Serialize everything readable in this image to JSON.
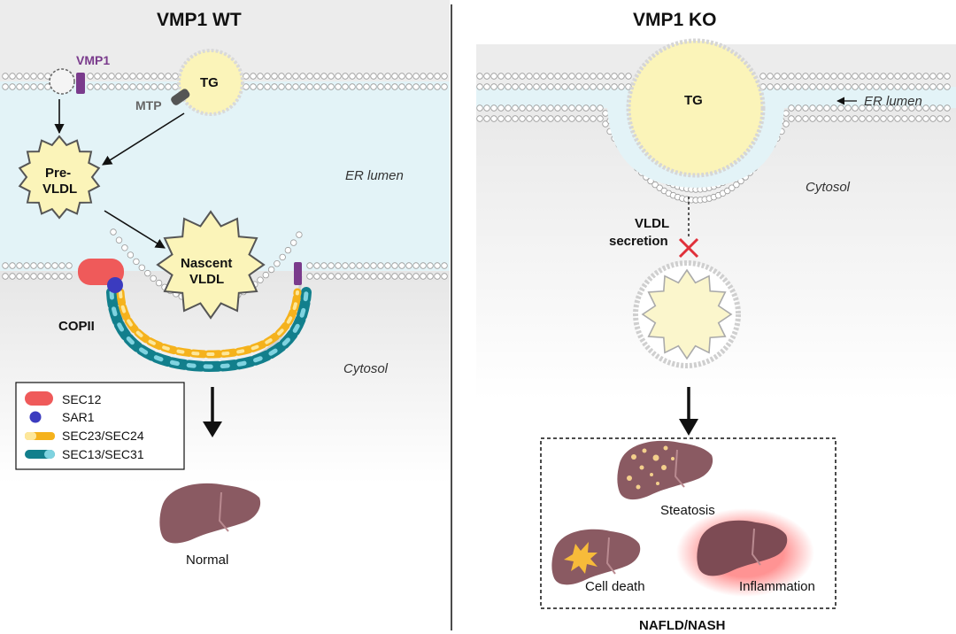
{
  "left_panel": {
    "title": "VMP1 WT",
    "labels": {
      "vmp1": "VMP1",
      "tg": "TG",
      "mtp": "MTP",
      "pre_vldl_line1": "Pre-",
      "pre_vldl_line2": "VLDL",
      "er_lumen": "ER lumen",
      "nascent_line1": "Nascent",
      "nascent_line2": "VLDL",
      "copii": "COPII",
      "cytosol": "Cytosol",
      "normal": "Normal"
    },
    "legend": [
      {
        "label": "SEC12",
        "color": "#ef5a5a"
      },
      {
        "label": "SAR1",
        "color": "#3b3bbf"
      },
      {
        "label": "SEC23/SEC24",
        "color": "#f5b21c"
      },
      {
        "label": "SEC13/SEC31",
        "color": "#127f8c"
      }
    ]
  },
  "right_panel": {
    "title": "VMP1 KO",
    "labels": {
      "tg": "TG",
      "er_lumen": "ER lumen",
      "cytosol": "Cytosol",
      "vldl_line1": "VLDL",
      "vldl_line2": "secretion",
      "steatosis": "Steatosis",
      "cell_death": "Cell death",
      "inflammation": "Inflammation",
      "outcome": "NAFLD/NASH"
    }
  },
  "colors": {
    "er_lumen": "#e3f3f7",
    "cytosol_gray": "#efefef",
    "lipid_fill": "#fbf4b9",
    "liver": "#8a5a62",
    "vmp1_purple": "#7a3b8c",
    "block_red": "#e0303a"
  }
}
